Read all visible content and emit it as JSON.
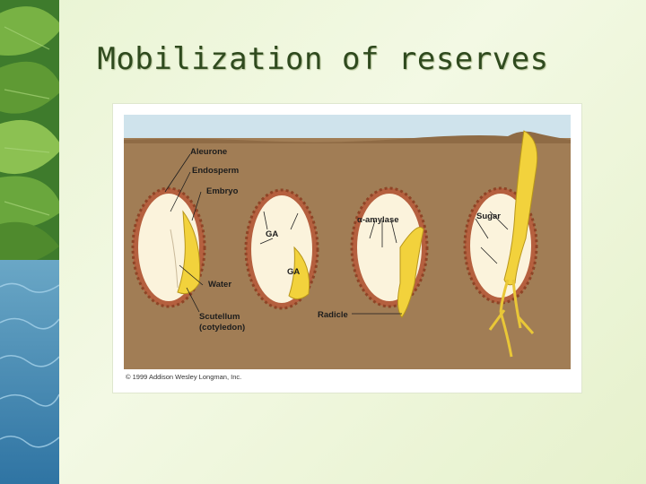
{
  "title": "Mobilization of reserves",
  "figure": {
    "labels": {
      "aleurone": "Aleurone",
      "endosperm": "Endosperm",
      "embryo": "Embryo",
      "water": "Water",
      "scutellum_line1": "Scutellum",
      "scutellum_line2": "(cotyledon)",
      "ga_1": "GA",
      "ga_2": "GA",
      "alpha_amylase": "α-amylase",
      "radicle": "Radicle",
      "sugar": "Sugar"
    },
    "copyright": "© 1999 Addison Wesley Longman, Inc."
  },
  "colors": {
    "sky": "#cfe3ec",
    "soil": "#a17d55",
    "seed_coat": "#b5603f",
    "endosperm": "#fbf3dc",
    "embryo": "#f2d23c"
  }
}
